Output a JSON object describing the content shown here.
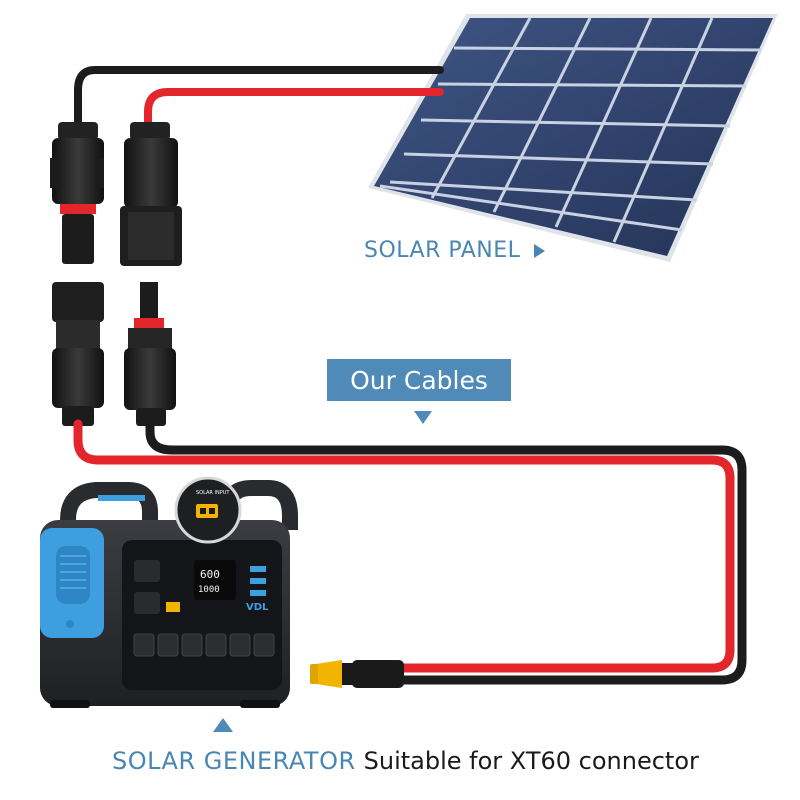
{
  "labels": {
    "solar_panel": "SOLAR PANEL",
    "our_cables": "Our Cables",
    "solar_generator": "SOLAR GENERATOR",
    "suitable": "Suitable for XT60 connector"
  },
  "generator": {
    "brand": "VDL",
    "display_top": "600",
    "display_mid": "1000",
    "input_label": "SOLAR INPUT"
  },
  "colors": {
    "accent": "#4f8ab8",
    "cable_red": "#e3262b",
    "cable_black": "#1c1c1c",
    "connector_yellow": "#f2b400",
    "panel_blue": "#2e3f66",
    "generator_blue": "#3d9fe0"
  }
}
